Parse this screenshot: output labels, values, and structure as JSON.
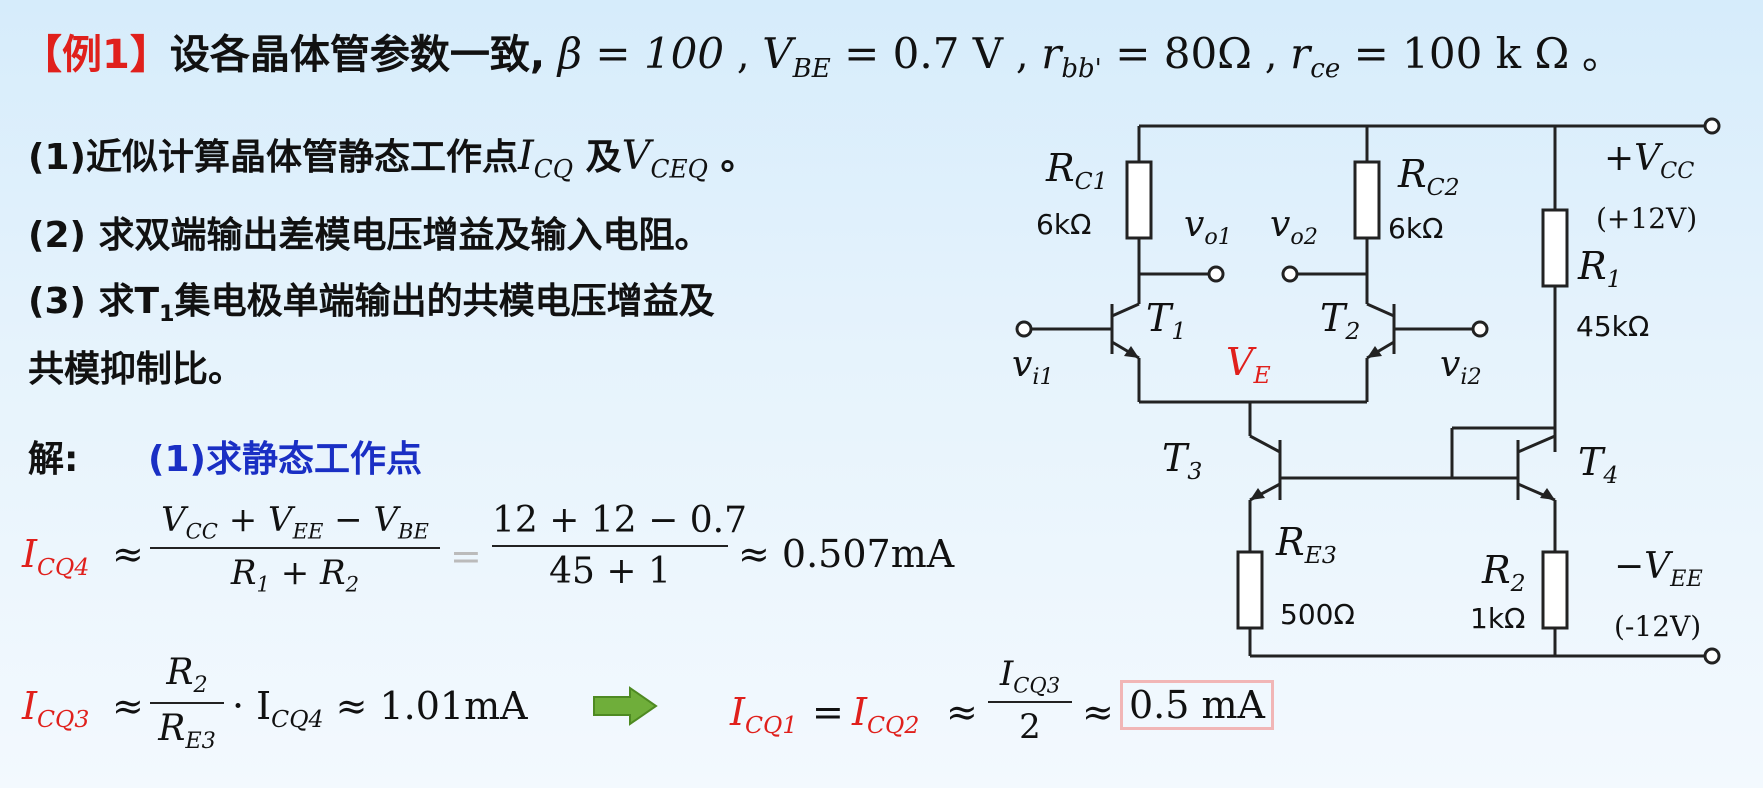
{
  "header": {
    "tag": "【例1】",
    "intro": "设各晶体管参数一致,",
    "beta": "β = 100",
    "vbe_pre": "V",
    "vbe_sub": "BE",
    "vbe_val": " = 0.7 V",
    "rbb_pre": "r",
    "rbb_sub": "bb'",
    "rbb_val": " = 80Ω",
    "rce_pre": "r",
    "rce_sub": "ce",
    "rce_val": " = 100 k Ω",
    "end": "。"
  },
  "questions": {
    "q1_text": "(1)近似计算晶体管静态工作点",
    "q1_icq_pre": "I",
    "q1_icq_sub": "CQ",
    "q1_and": " 及",
    "q1_vceq_pre": "V",
    "q1_vceq_sub": "CEQ",
    "q1_end": " 。",
    "q2": "(2) 求双端输出差模电压增益及输入电阻。",
    "q3_a": "(3) 求T",
    "q3_sub": "1",
    "q3_b": "集电极单端输出的共模电压增益及",
    "q3_c": "共模抑制比。"
  },
  "solution": {
    "label": "解:",
    "step1": "(1)求静态工作点",
    "icq4_pre": "I",
    "icq4_sub": "CQ4",
    "approx": "≈",
    "f1_num": "V<sub>CC</sub> + V<sub>EE</sub> − V<sub>BE</sub>",
    "f1_den": "R<sub>1</sub> + R<sub>2</sub>",
    "eq_sign": "=",
    "f2_num": "12 + 12 − 0.7",
    "f2_den": "45 + 1",
    "result1": "≈ 0.507mA",
    "icq3_pre": "I",
    "icq3_sub": "CQ3",
    "f3_num": "R<sub>2</sub>",
    "f3_den": "R<sub>E3</sub>",
    "mid3": "· I<sub>CQ4</sub> ≈ 1.01mA",
    "icq1_pre": "I",
    "icq1_sub": "CQ1",
    "eq2": " = ",
    "icq2_pre": "I",
    "icq2_sub": "CQ2",
    "f4_num": "I<sub>CQ3</sub>",
    "f4_den": "2",
    "approx2": "≈",
    "final": "0.5 mA"
  },
  "circuit": {
    "rc1": "R",
    "rc1_sub": "C1",
    "rc1_val": "6kΩ",
    "rc2": "R",
    "rc2_sub": "C2",
    "rc2_val": "6kΩ",
    "vcc": "+V",
    "vcc_sub": "CC",
    "vcc_val": "(+12V)",
    "r1": "R",
    "r1_sub": "1",
    "r1_val": "45kΩ",
    "vo1": "v",
    "vo1_sub": "o1",
    "vo2": "v",
    "vo2_sub": "o2",
    "t1": "T",
    "t1_sub": "1",
    "t2": "T",
    "t2_sub": "2",
    "t3": "T",
    "t3_sub": "3",
    "t4": "T",
    "t4_sub": "4",
    "vi1": "v",
    "vi1_sub": "i1",
    "vi2": "v",
    "vi2_sub": "i2",
    "ve": "V",
    "ve_sub": "E",
    "re3": "R",
    "re3_sub": "E3",
    "re3_val": "500Ω",
    "r2": "R",
    "r2_sub": "2",
    "r2_val": "1kΩ",
    "vee": "−V",
    "vee_sub": "EE",
    "vee_val": "(-12V)"
  },
  "colors": {
    "accent_red": "#e0201c",
    "accent_blue": "#1a2fc4",
    "arrow_green": "#6fae3a"
  }
}
